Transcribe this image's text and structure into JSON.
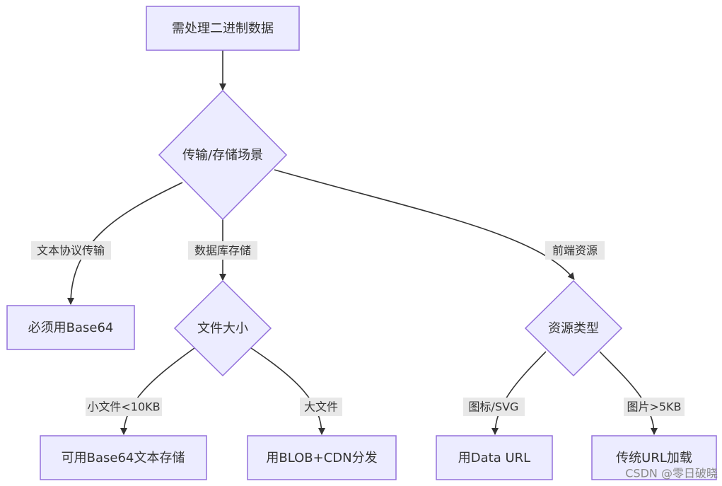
{
  "nodes": {
    "start": "需处理二进制数据",
    "scene": "传输/存储场景",
    "must_base64": "必须用Base64",
    "file_size": "文件大小",
    "res_type": "资源类型",
    "small_base64": "可用Base64文本存储",
    "blob_cdn": "用BLOB+CDN分发",
    "data_url": "用Data URL",
    "url_load": "传统URL加载"
  },
  "edge_labels": {
    "text_protocol": "文本协议传输",
    "db_storage": "数据库存储",
    "frontend": "前端资源",
    "small_file": "小文件<10KB",
    "large_file": "大文件",
    "icon_svg": "图标/SVG",
    "image_gt5kb": "图片>5KB"
  },
  "watermark": "CSDN @零日破晓",
  "colors": {
    "node_fill": "#ECECFF",
    "node_stroke": "#9370DB",
    "edge": "#333333",
    "label_bg": "#E8E8E8",
    "text": "#333333"
  }
}
